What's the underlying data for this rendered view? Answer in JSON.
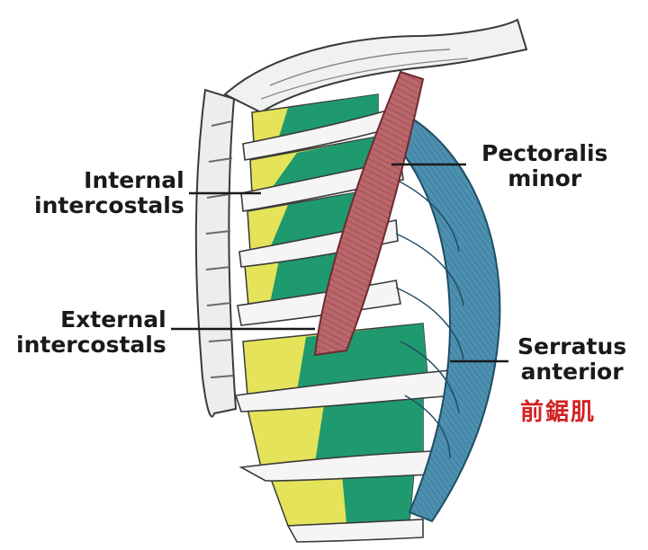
{
  "labels": {
    "internal_intercostals": [
      "Internal",
      "intercostals"
    ],
    "external_intercostals": [
      "External",
      "intercostals"
    ],
    "pectoralis_minor": [
      "Pectoralis",
      "minor"
    ],
    "serratus_anterior": [
      "Serratus",
      "anterior"
    ],
    "serratus_anterior_cjk": "前鋸肌"
  },
  "colors": {
    "internal_intercostals": "#e4e35a",
    "external_intercostals": "#1f9a6e",
    "pectoralis_minor": "#b9676b",
    "serratus_anterior": "#4e90b0",
    "bone": "#f3f3f3",
    "outline": "#3a3a3a",
    "cjk_text": "#d22222"
  }
}
